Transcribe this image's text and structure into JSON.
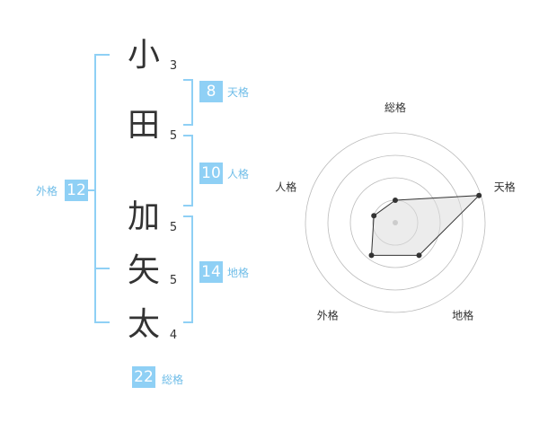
{
  "colors": {
    "bracket": "#8fd0f5",
    "badge_bg": "#8fd0f5",
    "label": "#6fbde8",
    "text": "#333333",
    "radar_ring": "#bbbbbb",
    "radar_fill": "#dddddd",
    "radar_point": "#333333"
  },
  "name": {
    "characters": [
      {
        "char": "小",
        "strokes": "3"
      },
      {
        "char": "田",
        "strokes": "5"
      },
      {
        "char": "加",
        "strokes": "5"
      },
      {
        "char": "矢",
        "strokes": "5"
      },
      {
        "char": "太",
        "strokes": "4"
      }
    ]
  },
  "kaku": {
    "tenkaku": {
      "value": "8",
      "label": "天格"
    },
    "jinkaku": {
      "value": "10",
      "label": "人格"
    },
    "chikaku": {
      "value": "14",
      "label": "地格"
    },
    "gaikaku": {
      "value": "12",
      "label": "外格"
    },
    "soukaku": {
      "value": "22",
      "label": "総格"
    }
  },
  "chart_data": {
    "type": "radar",
    "axes": [
      "総格",
      "天格",
      "地格",
      "外格",
      "人格"
    ],
    "rings": 4,
    "values": [
      0.25,
      0.98,
      0.45,
      0.45,
      0.25
    ]
  }
}
